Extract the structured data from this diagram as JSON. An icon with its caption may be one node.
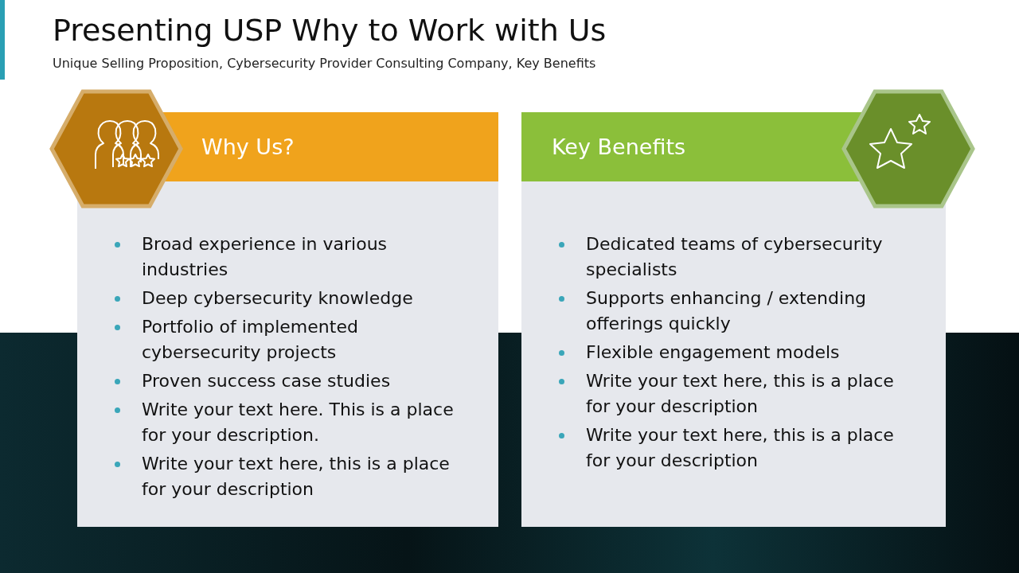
{
  "diagram": {
    "title": "Presenting USP Why to Work with Us",
    "caption": "Unique Selling Proposition, Cybersecurity Provider Consulting Company, Key Benefits",
    "nodes": [
      {
        "text": [
          "Why Us?",
          "Broad experience in various industries",
          "Deep cybersecurity knowledge",
          "Portfolio of implemented cybersecurity projects",
          "Proven success case studies",
          "Write your text here. This is a place for your description.",
          "Write your text here, this is a place for your description"
        ]
      },
      {
        "text": [
          "Key Benefits",
          "Dedicated teams of cybersecurity specialists",
          "Supports enhancing / extending offerings quickly",
          "Flexible engagement models",
          "Write your text here, this is a place for your description",
          "Write your text here, this is a place for your description"
        ]
      }
    ]
  }
}
